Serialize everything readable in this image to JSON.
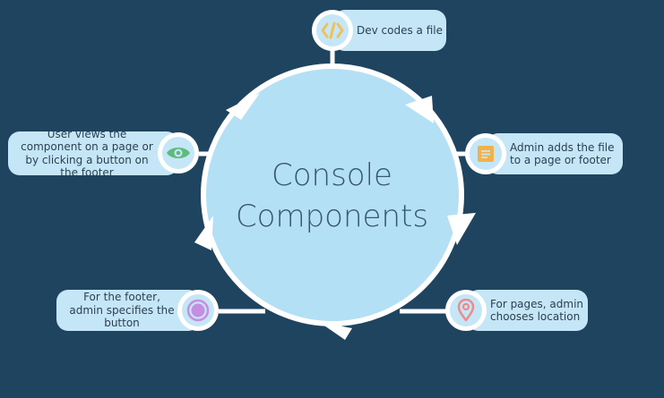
{
  "diagram": {
    "title_lines": [
      "Console",
      "Components"
    ],
    "steps": [
      {
        "text": "Dev codes a file",
        "icon": "code-icon"
      },
      {
        "text": "Admin adds the file to a page or footer",
        "icon": "document-icon"
      },
      {
        "text": "For pages, admin chooses location",
        "icon": "map-pin-icon"
      },
      {
        "text": "For the footer, admin specifies the button",
        "icon": "button-icon"
      },
      {
        "text": "User views the component on a page or by clicking a button on the footer",
        "icon": "eye-icon"
      }
    ]
  },
  "colors": {
    "background": "#1f4460",
    "circle": "#b3e0f5",
    "ring": "#ffffff",
    "pill": "#c5e6f6",
    "text": "#2a3f52",
    "code_icon": "#f0c15a",
    "document_icon": "#f3b14a",
    "map_pin_icon": "#ee8a8a",
    "button_icon": "#c68ee0",
    "eye_icon": "#5fba7d"
  }
}
